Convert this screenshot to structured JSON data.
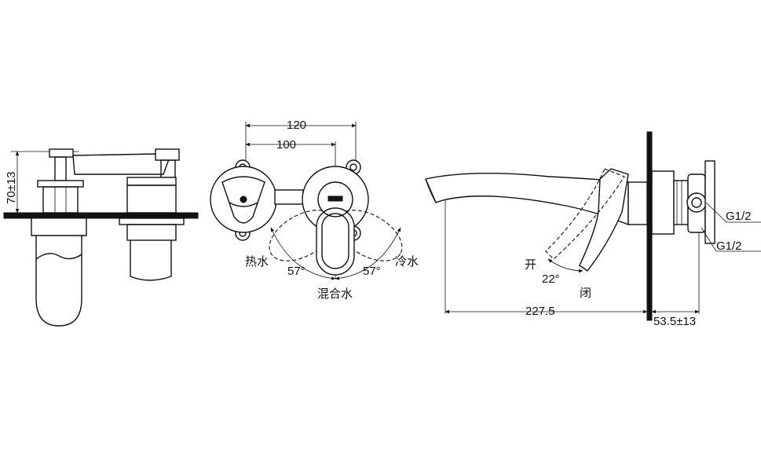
{
  "dimensions": {
    "height_70": "70±13",
    "width_120": "120",
    "width_100": "100",
    "angle_left": "57°",
    "angle_right": "57°",
    "length_227": "227.5",
    "depth_53": "53.5±13",
    "angle_22": "22°",
    "thread_1": "G1/2",
    "thread_2": "G1/2"
  },
  "labels": {
    "hot": "热水",
    "cold": "冷水",
    "mixed": "混合水",
    "open": "开",
    "close": "闭"
  },
  "colors": {
    "line": "#111111",
    "background": "#ffffff"
  }
}
